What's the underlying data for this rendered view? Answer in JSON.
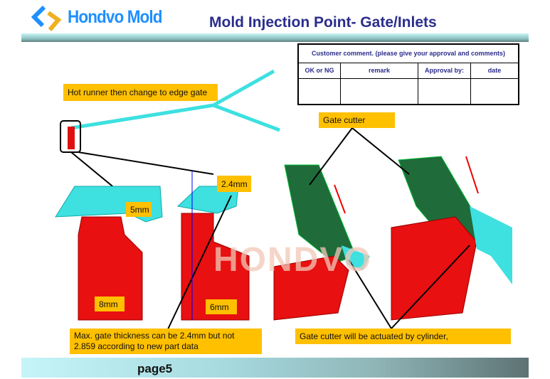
{
  "header": {
    "logo_text": "Hondvo Mold",
    "title": "Mold Injection Point- Gate/Inlets"
  },
  "approval_table": {
    "caption": "Customer comment. (please give your approval and comments)",
    "columns": [
      "OK or NG",
      "remark",
      "Approval by:",
      "date"
    ]
  },
  "labels": {
    "hot_runner": "Hot runner then change to edge gate",
    "gate_cutter": "Gate cutter",
    "dim_2_4": "2.4mm",
    "dim_5": "5mm",
    "dim_8": "8mm",
    "dim_6": "6mm",
    "max_gate": "Max. gate thickness can be 2.4mm but not 2.859 according to new part data",
    "cutter_actuated": "Gate cutter will be actuated by cylinder,"
  },
  "footer": {
    "page": "page5"
  },
  "watermark": "HONDVO"
}
